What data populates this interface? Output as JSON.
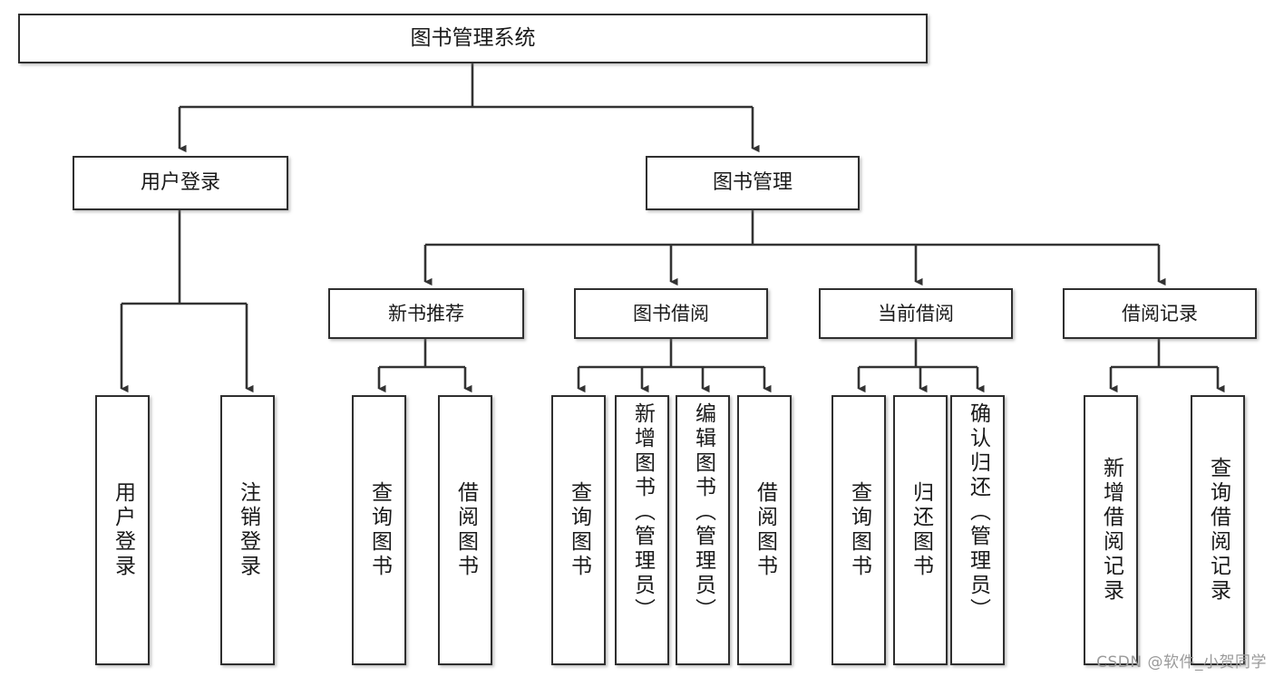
{
  "diagram": {
    "type": "tree-hierarchy",
    "title": "图书管理系统",
    "watermark": "CSDN @软件_小贺同学",
    "colors": {
      "background": "#ffffff",
      "border": "#2f2f2f",
      "text": "#1a1a1a",
      "connector": "#333333",
      "watermark": "#9a9a9a"
    },
    "root": {
      "label": "图书管理系统"
    },
    "level1": [
      {
        "label": "用户登录"
      },
      {
        "label": "图书管理"
      }
    ],
    "level2": [
      {
        "label": "新书推荐"
      },
      {
        "label": "图书借阅"
      },
      {
        "label": "当前借阅"
      },
      {
        "label": "借阅记录"
      }
    ],
    "leaves": {
      "user_login": [
        {
          "label": "用户登录"
        },
        {
          "label": "注销登录"
        }
      ],
      "new_book_rec": [
        {
          "label": "查询图书"
        },
        {
          "label": "借阅图书"
        }
      ],
      "book_borrow": [
        {
          "label": "查询图书"
        },
        {
          "label": "新增图书（管理员）"
        },
        {
          "label": "编辑图书（管理员）"
        },
        {
          "label": "借阅图书"
        }
      ],
      "current_borrow": [
        {
          "label": "查询图书"
        },
        {
          "label": "归还图书"
        },
        {
          "label": "确认归还（管理员）"
        }
      ],
      "borrow_record": [
        {
          "label": "新增借阅记录"
        },
        {
          "label": "查询借阅记录"
        }
      ]
    }
  }
}
